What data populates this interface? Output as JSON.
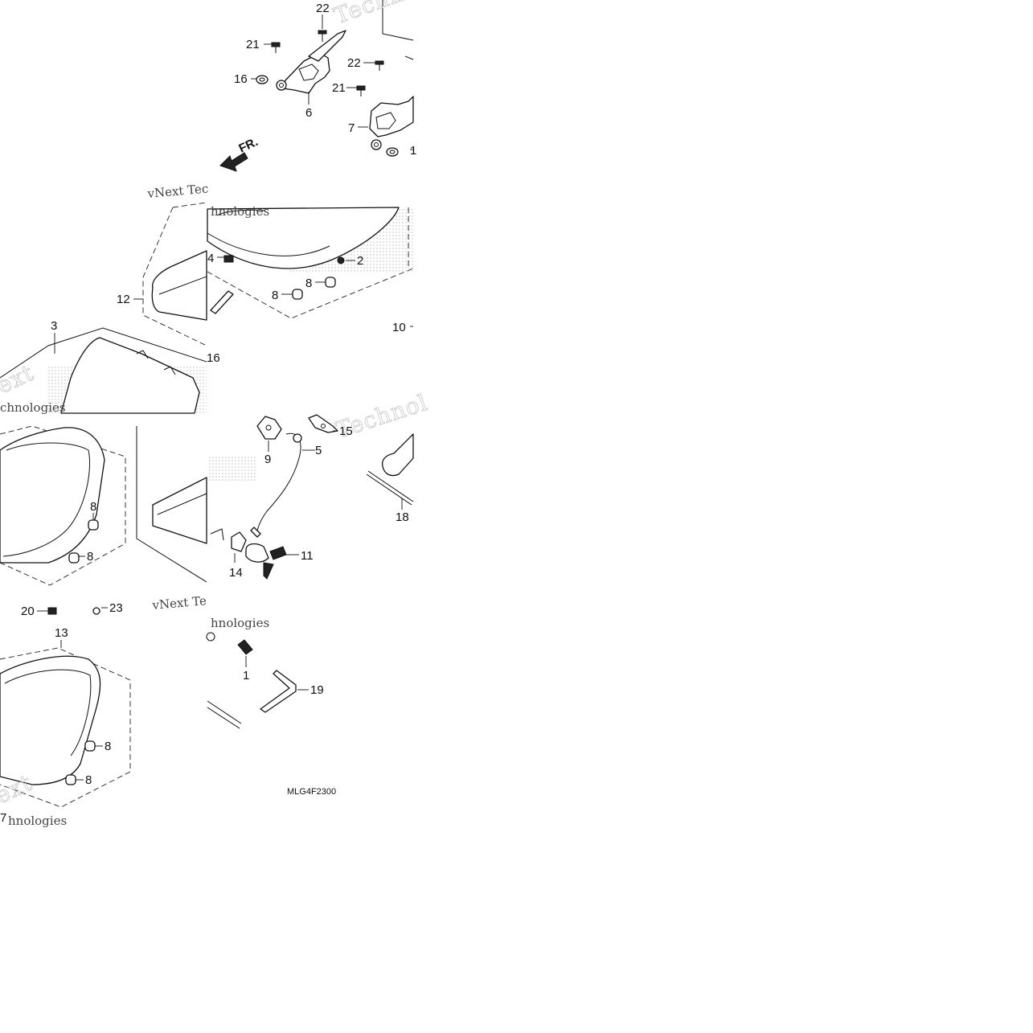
{
  "diagram": {
    "code": "MLG4F2300",
    "direction_label": "FR.",
    "callouts": {
      "c1": "1",
      "c2": "2",
      "c3": "3",
      "c4": "4",
      "c5": "5",
      "c6": "6",
      "c7": "7",
      "c8a": "8",
      "c8b": "8",
      "c8c": "8",
      "c8d": "8",
      "c8e": "8",
      "c8f": "8",
      "c9": "9",
      "c10": "10",
      "c11": "11",
      "c12": "12",
      "c13": "13",
      "c14": "14",
      "c15": "15",
      "c16a": "16",
      "c16b": "16",
      "c16c": "1",
      "c17": "7",
      "c18": "18",
      "c19": "19",
      "c20": "20",
      "c21a": "21",
      "c21b": "21",
      "c22a": "22",
      "c22b": "22",
      "c23": "23"
    },
    "watermarks": {
      "w1": "Technologies",
      "w2": "vNext Tec",
      "w3": "hnologies",
      "w4": "vNext Te",
      "w5": "hnologies",
      "w6": "Technol",
      "w7": "ext",
      "w8": "chnologies",
      "w9": "hnologies",
      "w10": "ext"
    }
  }
}
